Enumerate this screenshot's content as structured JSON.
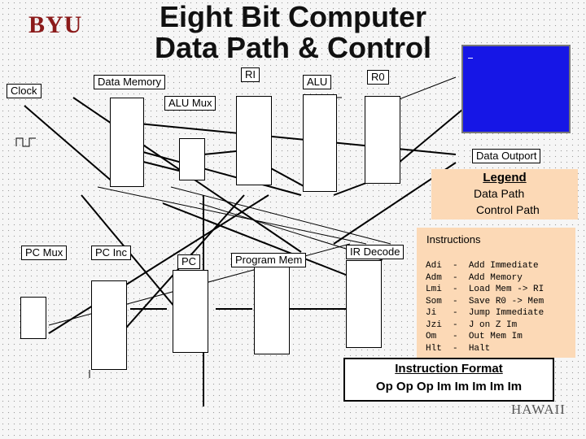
{
  "header": {
    "title_line1": "Eight Bit Computer",
    "title_line2": "Data Path & Control",
    "logo_text": "BYU",
    "footer_logo_text": "HAWAII"
  },
  "components": {
    "clock": "Clock",
    "data_memory": "Data Memory",
    "alu_mux": "ALU Mux",
    "ri": "RI",
    "alu": "ALU",
    "r0": "R0",
    "data_output": "Data Outport",
    "pc_mux": "PC Mux",
    "pc_inc": "PC Inc",
    "pc": "PC",
    "program_mem": "Program Mem",
    "ir_decode": "IR Decode"
  },
  "legend": {
    "title": "Legend",
    "data_path": "Data Path",
    "control_path": "Control Path"
  },
  "instructions": {
    "heading": "Instructions",
    "rows": [
      {
        "code": "Adi",
        "desc": "Add Immediate"
      },
      {
        "code": "Adm",
        "desc": "Add Memory"
      },
      {
        "code": "Lmi",
        "desc": "Load Mem -> RI"
      },
      {
        "code": "Som",
        "desc": "Save R0 -> Mem"
      },
      {
        "code": "Ji",
        "desc": "Jump Immediate"
      },
      {
        "code": "Jzi",
        "desc": "J on Z Im"
      },
      {
        "code": "Om",
        "desc": "Out Mem Im"
      },
      {
        "code": "Hlt",
        "desc": "Halt"
      }
    ]
  },
  "format": {
    "title": "Instruction Format",
    "sequence": "Op Op Op Im Im Im Im Im"
  },
  "colors": {
    "screen": "#1616e6",
    "panel": "#fcd9b6",
    "logo": "#8b1a1a"
  }
}
